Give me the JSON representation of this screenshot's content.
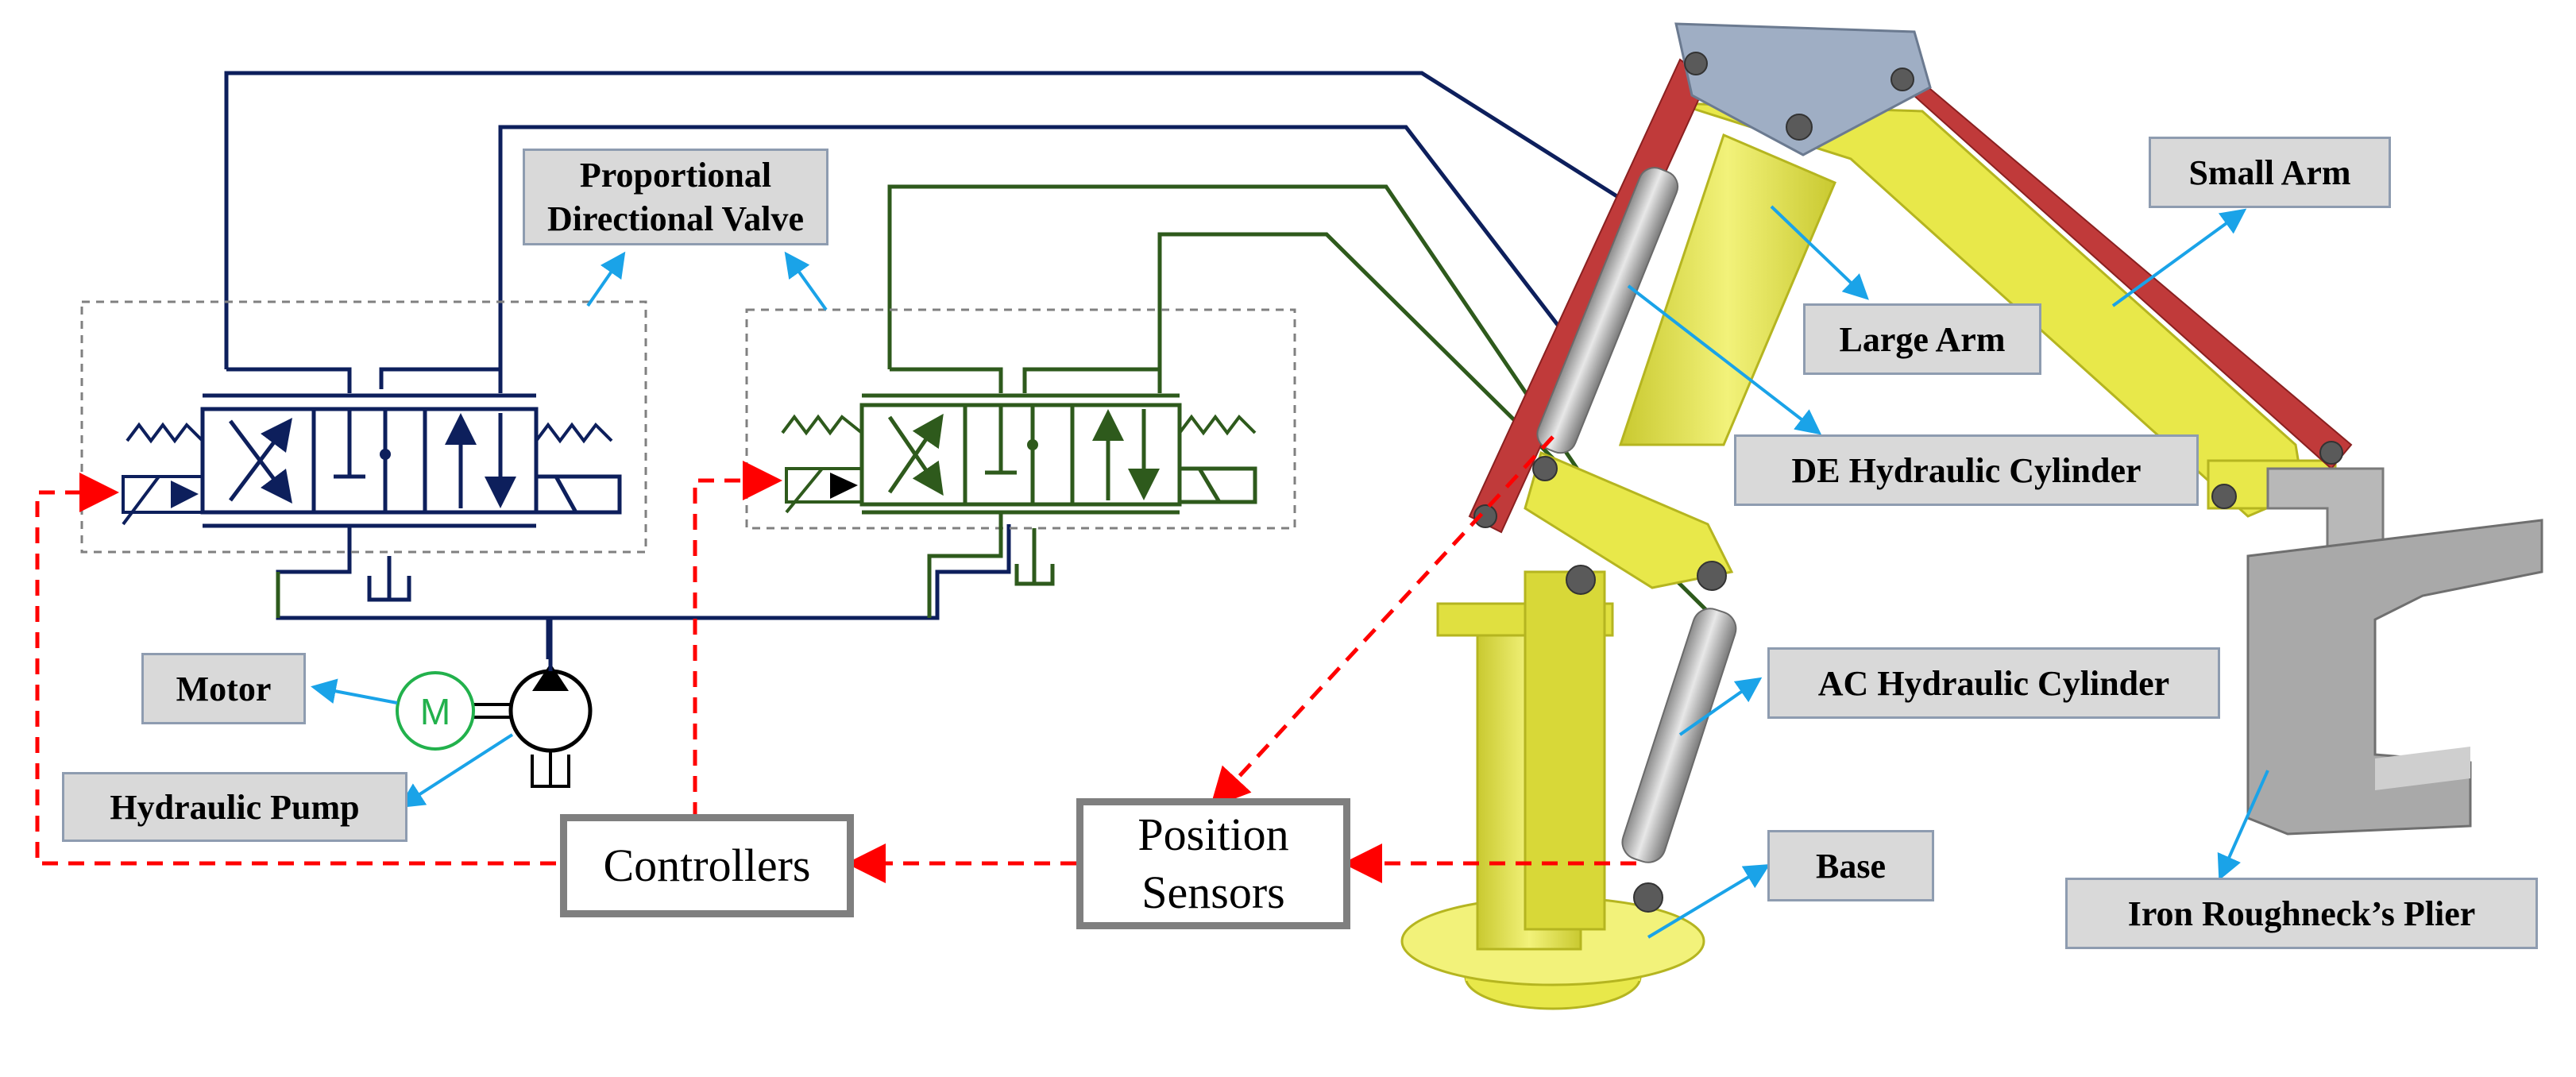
{
  "labels": {
    "proportional_valve": "Proportional Directional Valve",
    "motor": "Motor",
    "hydraulic_pump": "Hydraulic Pump",
    "controllers": "Controllers",
    "position_sensors": "Position Sensors",
    "small_arm": "Small Arm",
    "large_arm": "Large Arm",
    "de_cylinder": "DE Hydraulic Cylinder",
    "ac_cylinder": "AC Hydraulic Cylinder",
    "base": "Base",
    "plier": "Iron Roughneck’s Plier",
    "motor_symbol": "M"
  },
  "colors": {
    "navy_line": "#0d1f5c",
    "green_line": "#2e5a1c",
    "signal_red": "#ff0000",
    "callout_blue": "#1aa3e8",
    "arm_yellow": "#e8e84a",
    "arm_red": "#c03a3a",
    "cylinder_gray": "#c8c8c8",
    "motor_green": "#22b14c"
  },
  "icons": [
    "spring-icon",
    "solenoid-icon",
    "pump-icon",
    "motor-icon",
    "tank-icon"
  ]
}
